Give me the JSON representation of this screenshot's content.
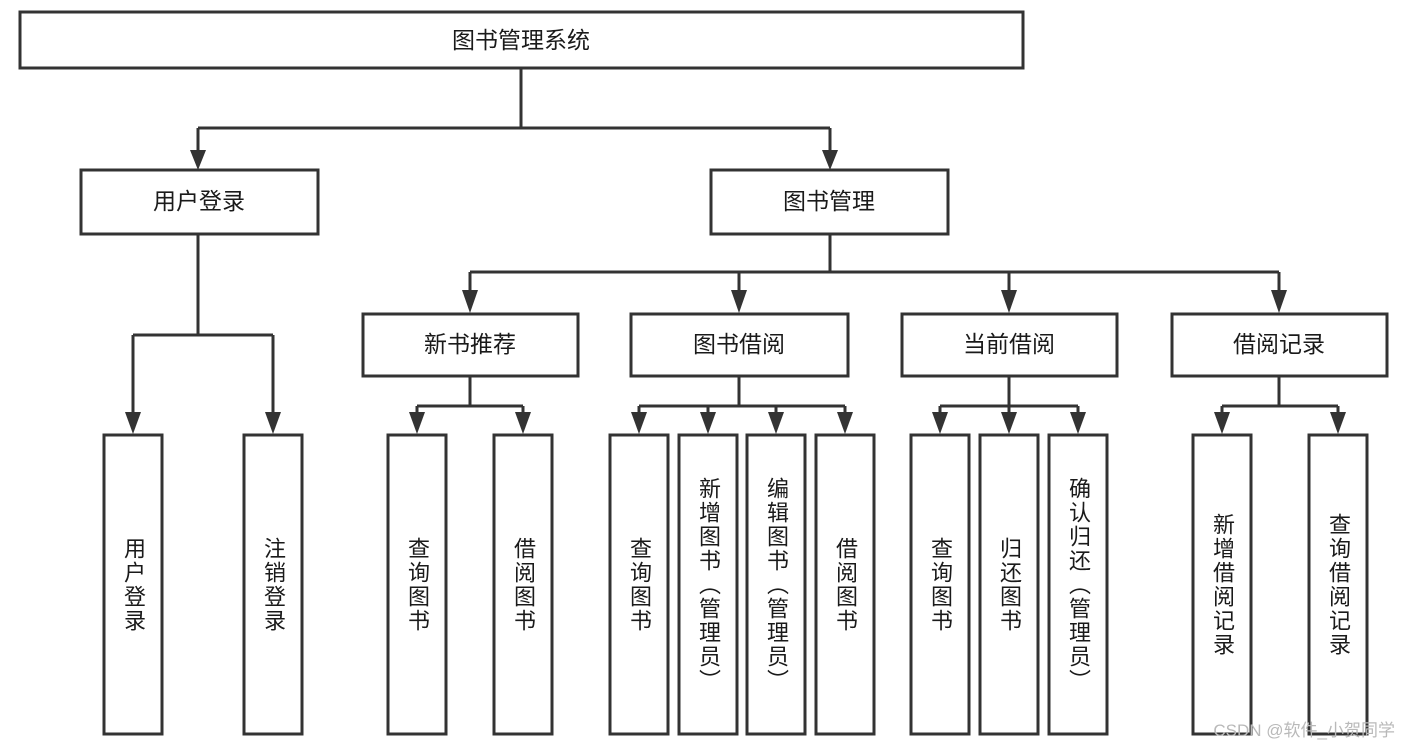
{
  "diagram": {
    "type": "hierarchy-tree",
    "title": "图书管理系统",
    "colors": {
      "background": "#ffffff",
      "box_fill": "#ffffff",
      "box_stroke": "#333333",
      "text": "#1a1a1a",
      "watermark": "#b9b9b9"
    },
    "root": {
      "label": "图书管理系统"
    },
    "level2": [
      {
        "id": "user-login",
        "label": "用户登录"
      },
      {
        "id": "book-manage",
        "label": "图书管理"
      }
    ],
    "level3": [
      {
        "id": "new-book-recommend",
        "label": "新书推荐"
      },
      {
        "id": "book-borrow",
        "label": "图书借阅"
      },
      {
        "id": "current-borrow",
        "label": "当前借阅"
      },
      {
        "id": "borrow-record",
        "label": "借阅记录"
      }
    ],
    "leaves": {
      "user_login": [
        {
          "id": "leaf-user-login",
          "label": "用户登录"
        },
        {
          "id": "leaf-logout-login",
          "label": "注销登录"
        }
      ],
      "new_book_recommend": [
        {
          "id": "leaf-query-book-1",
          "label": "查询图书"
        },
        {
          "id": "leaf-borrow-book-1",
          "label": "借阅图书"
        }
      ],
      "book_borrow": [
        {
          "id": "leaf-query-book-2",
          "label": "查询图书"
        },
        {
          "id": "leaf-add-book",
          "label": "新增图书（管理员）"
        },
        {
          "id": "leaf-edit-book",
          "label": "编辑图书（管理员）"
        },
        {
          "id": "leaf-borrow-book-2",
          "label": "借阅图书"
        }
      ],
      "current_borrow": [
        {
          "id": "leaf-query-book-3",
          "label": "查询图书"
        },
        {
          "id": "leaf-return-book",
          "label": "归还图书"
        },
        {
          "id": "leaf-confirm-return",
          "label": "确认归还（管理员）"
        }
      ],
      "borrow_record": [
        {
          "id": "leaf-add-borrow-record",
          "label": "新增借阅记录"
        },
        {
          "id": "leaf-query-borrow-record",
          "label": "查询借阅记录"
        }
      ]
    }
  },
  "watermark": {
    "text": "CSDN @软件_小贺同学"
  }
}
